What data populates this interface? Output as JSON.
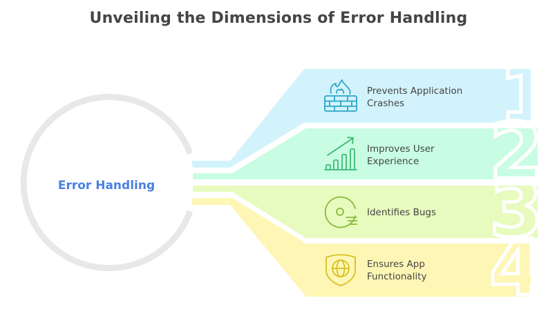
{
  "title": "Unveiling the Dimensions of Error Handling",
  "center": {
    "label": "Error Handling",
    "label_color": "#4a80e0",
    "ring_color": "#e8e8e8"
  },
  "items": [
    {
      "number": "1",
      "lines": [
        "Prevents Application",
        "Crashes"
      ],
      "icon": "firewall-icon",
      "fill": "#d2f3fc",
      "icon_color": "#2ea5c9"
    },
    {
      "number": "2",
      "lines": [
        "Improves User",
        "Experience"
      ],
      "icon": "growth-chart-icon",
      "fill": "#c8fde3",
      "icon_color": "#3dbb74"
    },
    {
      "number": "3",
      "lines": [
        "Identifies Bugs"
      ],
      "icon": "disc-search-icon",
      "fill": "#e6fbbd",
      "icon_color": "#8ab83e"
    },
    {
      "number": "4",
      "lines": [
        "Ensures App",
        "Functionality"
      ],
      "icon": "shield-globe-icon",
      "fill": "#fef6b5",
      "icon_color": "#d8c021"
    }
  ]
}
